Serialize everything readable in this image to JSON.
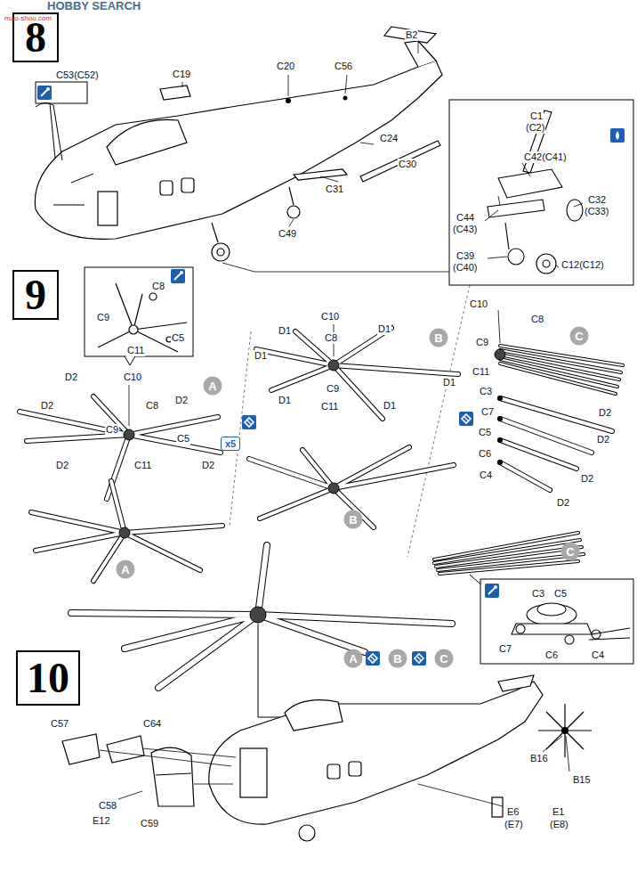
{
  "diagram": {
    "nodes": [
      {
        "text": [
          "8"
        ]
      },
      {
        "text": [
          "9"
        ]
      },
      {
        "text": [
          "A"
        ]
      },
      {
        "text": [
          "B"
        ]
      },
      {
        "text": [
          "C"
        ]
      },
      {
        "text": [
          "x5"
        ]
      },
      {
        "text": [
          "A"
        ]
      },
      {
        "text": [
          "B"
        ]
      },
      {
        "text": [
          "C"
        ]
      },
      {
        "text": [
          "10"
        ]
      },
      {
        "text": [
          "A"
        ]
      },
      {
        "text": [
          "B"
        ]
      },
      {
        "text": [
          "C"
        ]
      }
    ],
    "labels": [
      "HOBBY SEARCH",
      "mao-shou.com",
      "B2",
      "C19",
      "C20",
      "C56",
      "C53(C52)",
      "C24",
      "C30",
      "C31",
      "C49",
      "C1",
      "(C2)",
      "C42(C41)",
      "C32",
      "(C33)",
      "C44",
      "(C43)",
      "C39",
      "(C40)",
      "C12(C12)",
      "C8",
      "C9",
      "C5",
      "C11",
      "C10",
      "D2",
      "C8",
      "D2",
      "D2",
      "C9",
      "C5",
      "D2",
      "C11",
      "D2",
      "C10",
      "D1",
      "D1",
      "C8",
      "D1",
      "D1",
      "D1",
      "C9",
      "C11",
      "D1",
      "C10",
      "C8",
      "C9",
      "C11",
      "C3",
      "D2",
      "C7",
      "C5",
      "D2",
      "C6",
      "D2",
      "C4",
      "D2",
      "C3",
      "C5",
      "C7",
      "C6",
      "C4",
      "C57",
      "C64",
      "C58",
      "E12",
      "C59",
      "E6",
      "(E7)",
      "E1",
      "(E8)",
      "B16",
      "B15"
    ]
  }
}
